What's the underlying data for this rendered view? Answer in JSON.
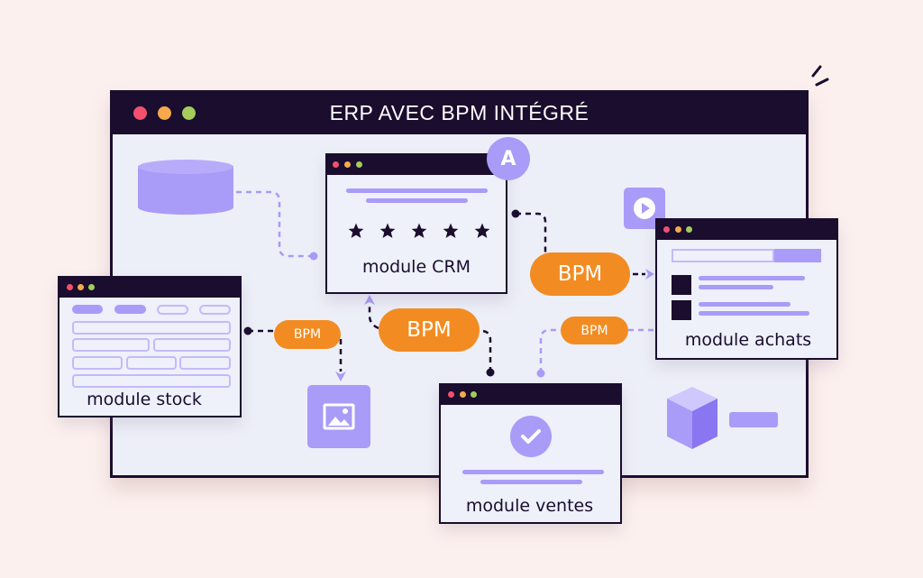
{
  "main_window": {
    "title": "ERP AVEC BPM INTÉGRÉ",
    "window_controls": [
      "close",
      "minimize",
      "maximize"
    ]
  },
  "colors": {
    "background": "#fcf0ee",
    "dark": "#1a0d2e",
    "panel": "#edeff8",
    "lavender": "#a99bf8",
    "orange": "#f28c22",
    "control_red": "#f2506e",
    "control_yellow": "#f5a94a",
    "control_green": "#a3cc5a"
  },
  "modules": {
    "crm": {
      "label": "module CRM",
      "badge": "A",
      "rating_stars": 5
    },
    "stock": {
      "label": "module stock"
    },
    "achats": {
      "label": "module achats"
    },
    "ventes": {
      "label": "module ventes"
    }
  },
  "connectors": {
    "bpm_crm_achats": "BPM",
    "bpm_ventes_crm": "BPM",
    "bpm_stock_image": "BPM",
    "bpm_ventes_achats": "BPM"
  },
  "icons": {
    "database": "database-icon",
    "play": "play-icon",
    "image": "image-icon",
    "cube": "cube-icon",
    "check": "check-icon",
    "star": "star-icon",
    "sparkle": "sparkle-icon"
  }
}
